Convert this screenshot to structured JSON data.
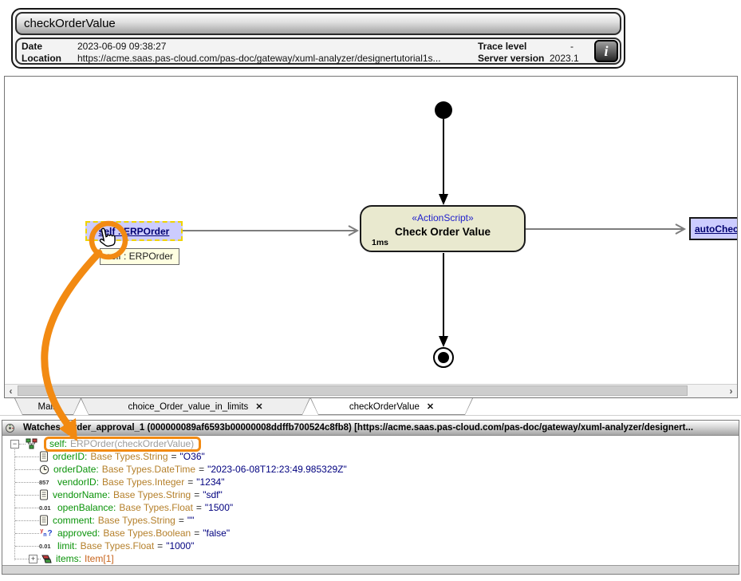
{
  "header": {
    "title": "checkOrderValue",
    "date_label": "Date",
    "date_value": "2023-06-09 09:38:27",
    "location_label": "Location",
    "location_value": "https://acme.saas.pas-cloud.com/pas-doc/gateway/xuml-analyzer/designertutorial1s...",
    "trace_label": "Trace level",
    "trace_value": "-",
    "server_label": "Server version",
    "server_value": "2023.1",
    "info_button": "i"
  },
  "diagram": {
    "stereotype": "«ActionScript»",
    "action_name": "Check Order Value",
    "duration": "1ms",
    "object_label": "self : ERPOrder",
    "tooltip": "self : ERPOrder",
    "next_action": "autoCheckou"
  },
  "tabs": [
    {
      "label": "Main"
    },
    {
      "label": "choice_Order_value_in_limits"
    },
    {
      "label": "checkOrderValue"
    }
  ],
  "watches": {
    "header": "Watches (Order_approval_1 (000000089af6593b00000008ddffb700524c8fb8) [https://acme.saas.pas-cloud.com/pas-doc/gateway/xuml-analyzer/designert...",
    "root": {
      "name": "self:",
      "value": "ERPOrder(checkOrderValue)"
    },
    "rows": [
      {
        "name": "orderID:",
        "type": "Base Types.String",
        "eq": "=",
        "value": "\"O36\""
      },
      {
        "name": "orderDate:",
        "type": "Base Types.DateTime",
        "eq": "=",
        "value": "\"2023-06-08T12:23:49.985329Z\""
      },
      {
        "name": "vendorID:",
        "type": "Base Types.Integer",
        "eq": "=",
        "value": "\"1234\""
      },
      {
        "name": "vendorName:",
        "type": "Base Types.String",
        "eq": "=",
        "value": "\"sdf\""
      },
      {
        "name": "openBalance:",
        "type": "Base Types.Float",
        "eq": "=",
        "value": "\"1500\""
      },
      {
        "name": "comment:",
        "type": "Base Types.String",
        "eq": "=",
        "value": "\"\""
      },
      {
        "name": "approved:",
        "type": "Base Types.Boolean",
        "eq": "=",
        "value": "\"false\""
      },
      {
        "name": "limit:",
        "type": "Base Types.Float",
        "eq": "=",
        "value": "\"1000\""
      }
    ],
    "items_row": {
      "name": "items:",
      "type": "Item[1]"
    }
  },
  "icons": {
    "collapse": "−",
    "expand": "+",
    "close": "✕",
    "scroll_left": "‹",
    "scroll_right": "›",
    "integer_glyph": "857",
    "float_glyph": "0.01",
    "bool_y": "y",
    "bool_n": "n",
    "bool_q": "?"
  },
  "colors": {
    "annotation_orange": "#f28a12",
    "object_lavender": "#ccccff",
    "action_fill": "#e9e9cf",
    "name_green": "#0a9309",
    "type_orange": "#b5802b",
    "value_navy": "#00007f",
    "stereotype_blue": "#2222cc"
  }
}
